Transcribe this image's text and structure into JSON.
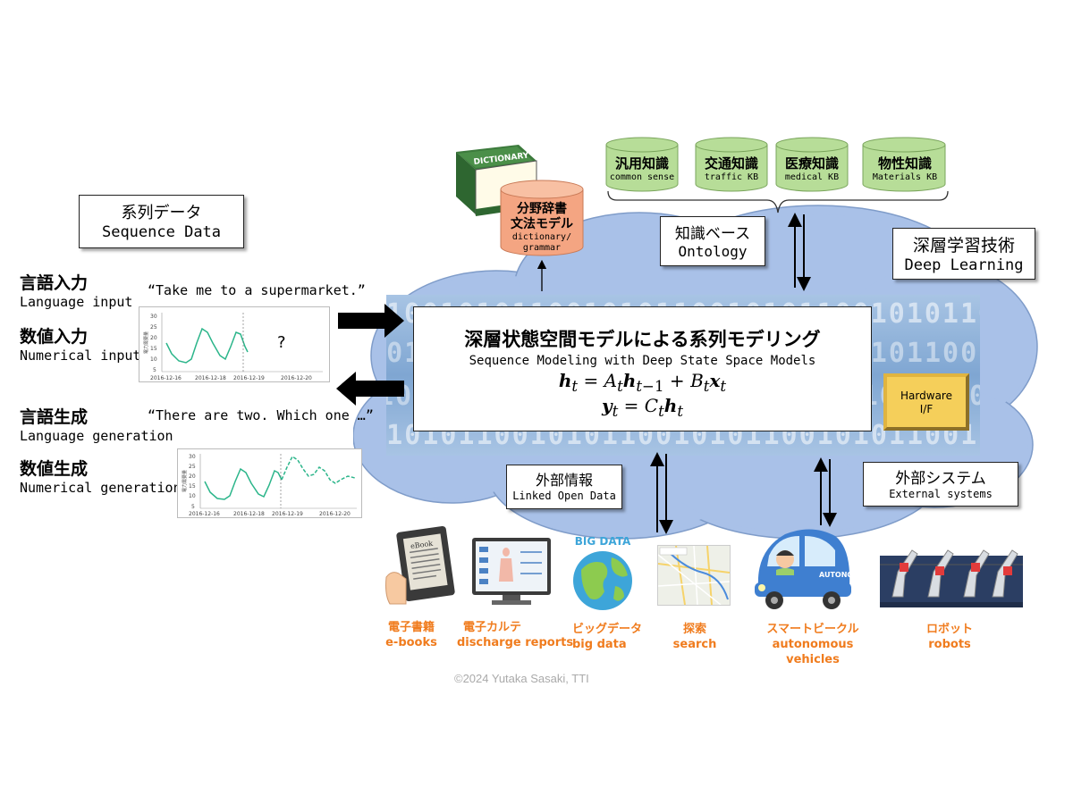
{
  "sequence_data": {
    "ja": "系列データ",
    "en": "Sequence Data"
  },
  "language_input": {
    "ja": "言語入力",
    "en": "Language input",
    "example": "“Take me to a supermarket.”"
  },
  "numerical_input": {
    "ja": "数値入力",
    "en": "Numerical input",
    "question": "?"
  },
  "language_generation": {
    "ja": "言語生成",
    "en": "Language generation",
    "example": "“There are two. Which one …”"
  },
  "numerical_generation": {
    "ja": "数値生成",
    "en": "Numerical generation"
  },
  "chart_input": {
    "yticks": [
      "30",
      "25",
      "20",
      "15",
      "10",
      "5"
    ],
    "xticks": [
      "2016-12-16",
      "2016-12-18",
      "2016-12-19",
      "2016-12-20"
    ],
    "ylabel": "電力需要量"
  },
  "chart_generation": {
    "yticks": [
      "30",
      "25",
      "20",
      "15",
      "10",
      "5"
    ],
    "xticks": [
      "2016-12-16",
      "2016-12-18",
      "2016-12-19",
      "2016-12-20"
    ],
    "ylabel": "電力需要量"
  },
  "dictionary": {
    "book_title": "DICTIONARY",
    "ja1": "分野辞書",
    "ja2": "文法モデル",
    "en1": "dictionary/",
    "en2": "grammar"
  },
  "knowledge_bases": [
    {
      "ja": "汎用知識",
      "en": "common sense"
    },
    {
      "ja": "交通知識",
      "en": "traffic KB"
    },
    {
      "ja": "医療知識",
      "en": "medical KB"
    },
    {
      "ja": "物性知識",
      "en": "Materials KB"
    }
  ],
  "ontology": {
    "ja": "知識ベース",
    "en": "Ontology"
  },
  "deep_learning": {
    "ja": "深層学習技術",
    "en": "Deep Learning"
  },
  "main": {
    "title_ja": "深層状態空間モデルによる系列モデリング",
    "title_en": "Sequence Modeling with Deep State Space Models",
    "eq1": "h_t = A_t h_{t−1} + B_t x_t",
    "eq2": "y_t = C_t h_t"
  },
  "hardware": {
    "line1": "Hardware",
    "line2": "I/F"
  },
  "binary_text": "1001010110010101100101011001010110010101",
  "linked_open_data": {
    "ja": "外部情報",
    "en": "Linked Open Data"
  },
  "external_systems": {
    "ja": "外部システム",
    "en": "External systems"
  },
  "applications": [
    {
      "ja": "電子書籍",
      "en": "e-books"
    },
    {
      "ja": "電子カルテ",
      "en": "discharge reports"
    },
    {
      "ja": "ビッグデータ",
      "en": "big data"
    },
    {
      "ja": "探索",
      "en": "search"
    },
    {
      "ja": "スマートビークル",
      "en": "autonomous vehicles"
    },
    {
      "ja": "ロボット",
      "en": "robots"
    }
  ],
  "ebook_label": "eBook",
  "bigdata_label": "BIG DATA",
  "car_label": "AUTONO MOUS",
  "copyright": "©2024 Yutaka Sasaki, TTI",
  "colors": {
    "cloud": "#a9c1e8",
    "cloud_border": "#7f9cc9",
    "binary_bg": "#8fb2d8",
    "kb_green": "#b7dd98",
    "dict_salmon": "#f4a582",
    "hardware_gold": "#f5cf5a",
    "orange_caption": "#f07c1e",
    "chart_line": "#2bb58a"
  }
}
